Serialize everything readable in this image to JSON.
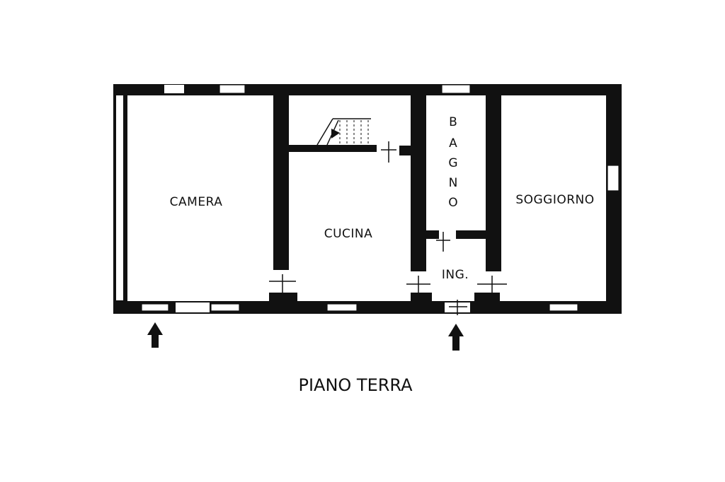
{
  "rooms": {
    "camera": "CAMERA",
    "cucina": "CUCINA",
    "soggiorno": "SOGGIORNO",
    "ingresso": "ING.",
    "bagno_letters": [
      "B",
      "A",
      "G",
      "N",
      "O"
    ]
  },
  "title": "PIANO TERRA",
  "colors": {
    "wall": "#111111",
    "background": "#ffffff"
  }
}
